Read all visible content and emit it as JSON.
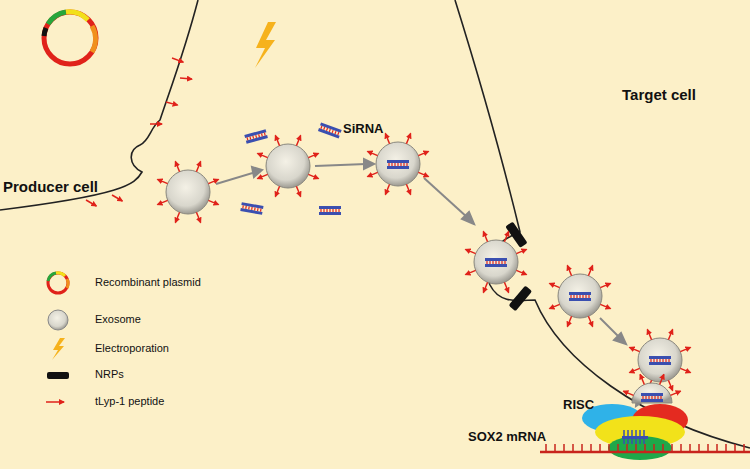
{
  "diagram": {
    "labels": [
      "Producer cell",
      "SiRNA",
      "Target cell",
      "RISC",
      "SOX2 mRNA"
    ],
    "legend": [
      {
        "text": "Recombinant plasmid"
      },
      {
        "text": "Exosome"
      },
      {
        "text": "Electroporation"
      },
      {
        "text": "NRPs"
      },
      {
        "text": "tLyp-1 peptide"
      }
    ]
  }
}
